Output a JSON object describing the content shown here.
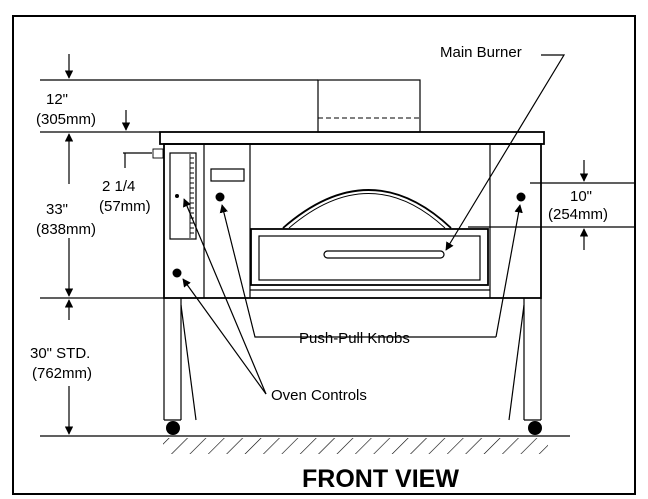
{
  "title": "FRONT VIEW",
  "labels": {
    "main_burner": "Main Burner",
    "push_pull_knobs": "Push-Pull Knobs",
    "oven_controls": "Oven Controls"
  },
  "dimensions": {
    "top_in": "12\"",
    "top_mm": "(305mm)",
    "body_in": "33\"",
    "body_mm": "(838mm)",
    "knob_in": "2 1/4",
    "knob_mm": "(57mm)",
    "legs_in": "30\" STD.",
    "legs_mm": "(762mm)",
    "door_in": "10\"",
    "door_mm": "(254mm)"
  }
}
